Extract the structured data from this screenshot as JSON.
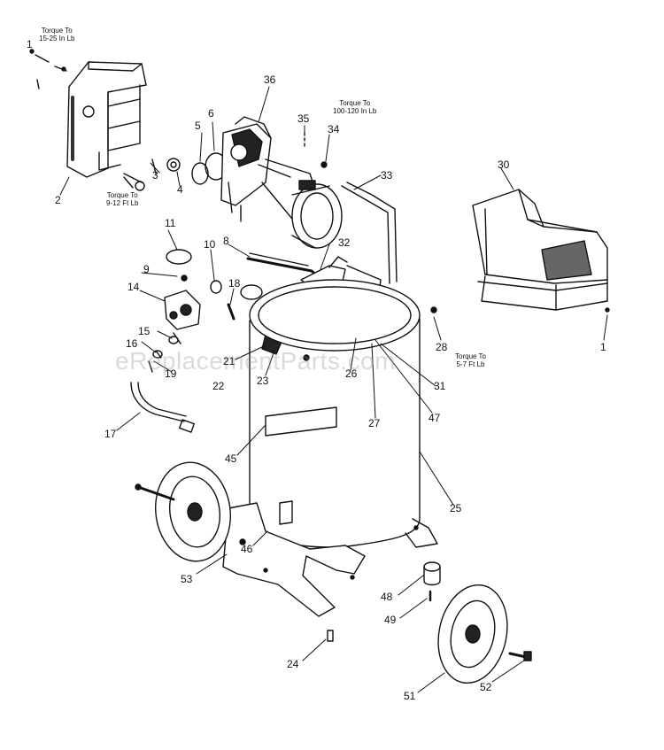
{
  "watermark": "eReplacementParts.com",
  "torque_notes": {
    "shroud": [
      "Torque To",
      "15-25 In Lb"
    ],
    "fitting": [
      "Torque To",
      "9-12 Ft Lb"
    ],
    "head": [
      "Torque To",
      "100-120 In Lb"
    ],
    "base": [
      "Torque To",
      "5-7 Ft Lb"
    ]
  },
  "part_labels": [
    {
      "num": "1"
    },
    {
      "num": "2"
    },
    {
      "num": "3"
    },
    {
      "num": "4"
    },
    {
      "num": "5"
    },
    {
      "num": "6"
    },
    {
      "num": "36"
    },
    {
      "num": "35"
    },
    {
      "num": "34"
    },
    {
      "num": "33"
    },
    {
      "num": "30"
    },
    {
      "num": "11"
    },
    {
      "num": "10"
    },
    {
      "num": "8"
    },
    {
      "num": "32"
    },
    {
      "num": "9"
    },
    {
      "num": "14"
    },
    {
      "num": "18"
    },
    {
      "num": "1"
    },
    {
      "num": "15"
    },
    {
      "num": "28"
    },
    {
      "num": "16"
    },
    {
      "num": "21"
    },
    {
      "num": "19"
    },
    {
      "num": "26"
    },
    {
      "num": "22"
    },
    {
      "num": "23"
    },
    {
      "num": "31"
    },
    {
      "num": "47"
    },
    {
      "num": "17"
    },
    {
      "num": "27"
    },
    {
      "num": "45"
    },
    {
      "num": "25"
    },
    {
      "num": "46"
    },
    {
      "num": "53"
    },
    {
      "num": "48"
    },
    {
      "num": "49"
    },
    {
      "num": "24"
    },
    {
      "num": "51"
    },
    {
      "num": "52"
    }
  ]
}
